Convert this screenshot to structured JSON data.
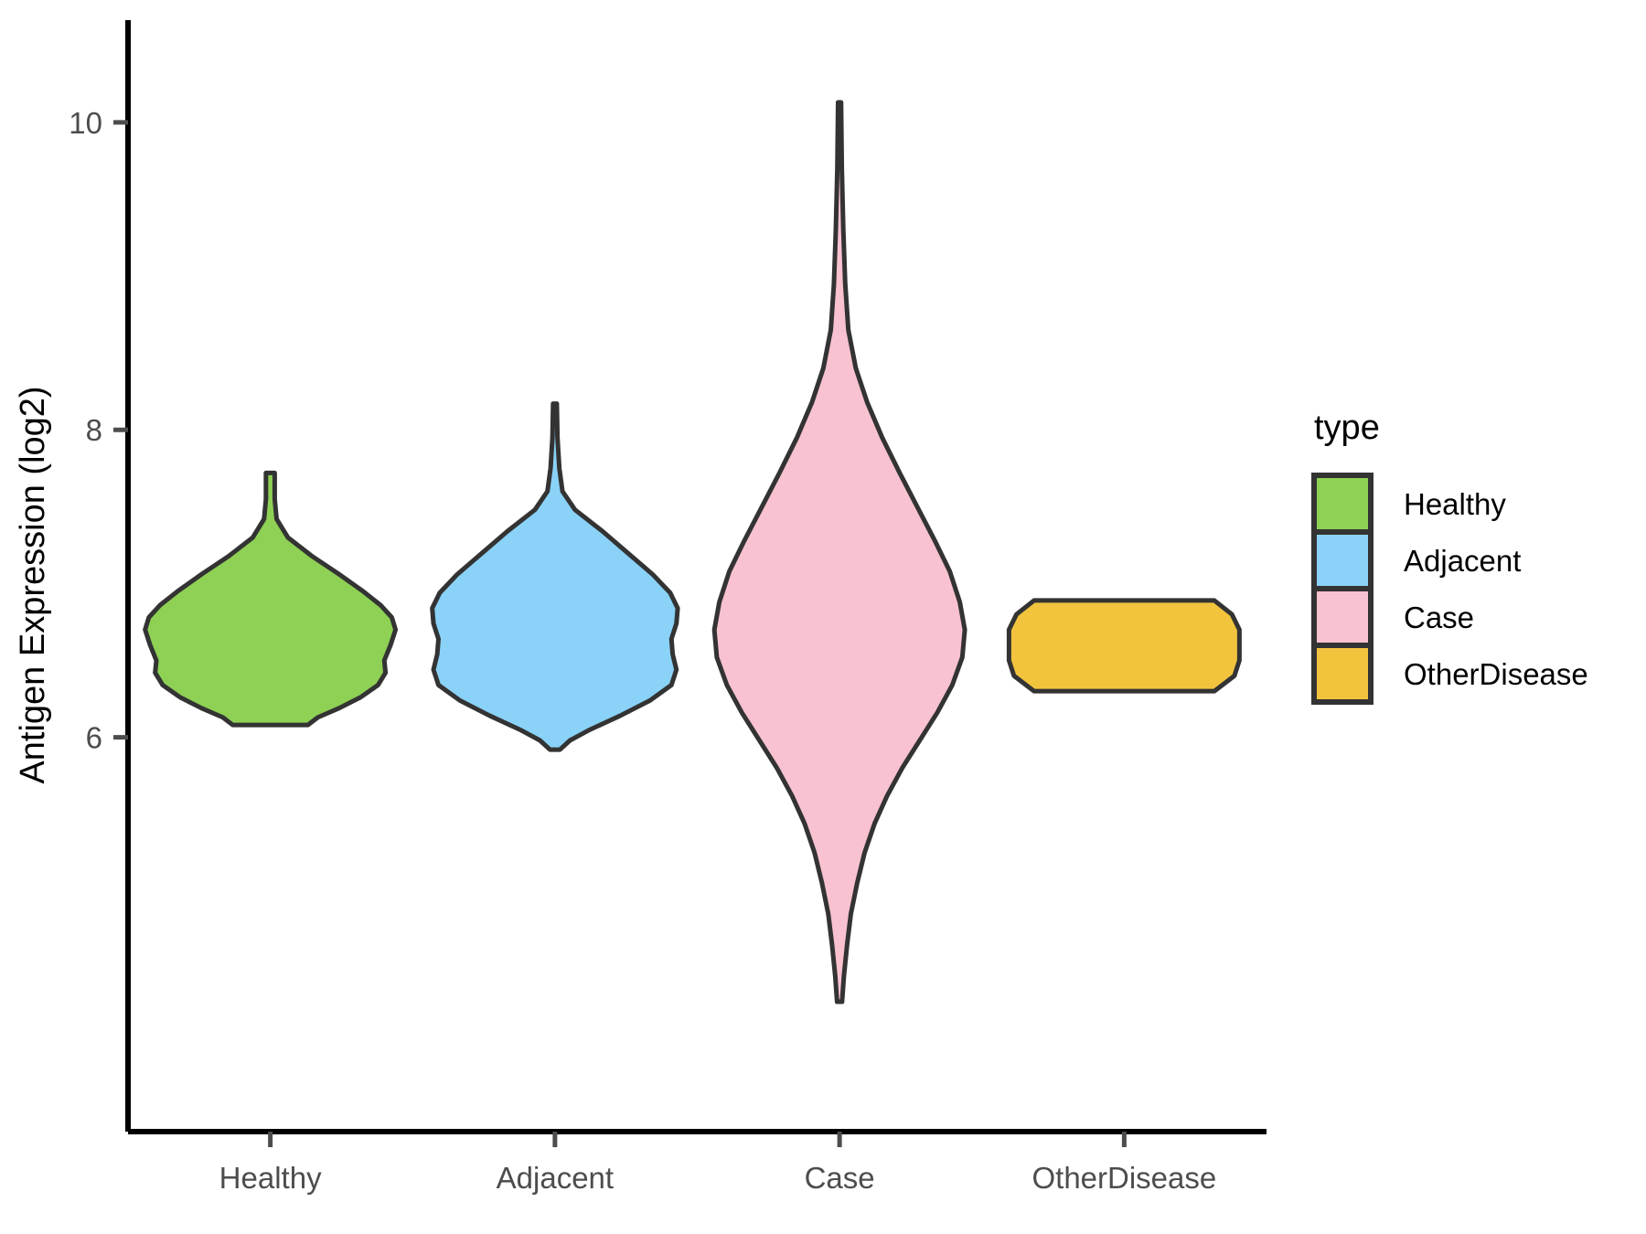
{
  "chart_data": {
    "type": "violin",
    "title": "",
    "xlabel": "",
    "ylabel": "Antigen Expression (log2)",
    "categories": [
      "Healthy",
      "Adjacent",
      "Case",
      "OtherDisease"
    ],
    "ylim": [
      4.0,
      10.35
    ],
    "yticks": [
      6,
      8,
      10
    ],
    "ytick_labels": [
      "6",
      "8",
      "10"
    ],
    "grid": false,
    "legend": {
      "title": "type",
      "position": "right",
      "entries": [
        {
          "label": "Healthy",
          "color": "#8ED155"
        },
        {
          "label": "Adjacent",
          "color": "#8AD2F7"
        },
        {
          "label": "Case",
          "color": "#F8C2D0"
        },
        {
          "label": "OtherDisease",
          "color": "#F2C43E"
        }
      ]
    },
    "series": [
      {
        "name": "Healthy",
        "color": "#8ED155",
        "min": 6.08,
        "max": 7.72,
        "median": 6.78,
        "q1": 6.55,
        "q3": 6.97,
        "density_profile": [
          {
            "y": 7.72,
            "w": 0.035
          },
          {
            "y": 7.55,
            "w": 0.035
          },
          {
            "y": 7.42,
            "w": 0.05
          },
          {
            "y": 7.3,
            "w": 0.14
          },
          {
            "y": 7.18,
            "w": 0.33
          },
          {
            "y": 7.06,
            "w": 0.55
          },
          {
            "y": 6.95,
            "w": 0.74
          },
          {
            "y": 6.86,
            "w": 0.88
          },
          {
            "y": 6.78,
            "w": 0.97
          },
          {
            "y": 6.7,
            "w": 1.0
          },
          {
            "y": 6.6,
            "w": 0.96
          },
          {
            "y": 6.5,
            "w": 0.91
          },
          {
            "y": 6.42,
            "w": 0.92
          },
          {
            "y": 6.34,
            "w": 0.86
          },
          {
            "y": 6.26,
            "w": 0.72
          },
          {
            "y": 6.19,
            "w": 0.55
          },
          {
            "y": 6.13,
            "w": 0.38
          },
          {
            "y": 6.08,
            "w": 0.3
          }
        ]
      },
      {
        "name": "Adjacent",
        "color": "#8AD2F7",
        "min": 5.92,
        "max": 8.17,
        "median": 6.62,
        "q1": 6.42,
        "q3": 6.88,
        "density_profile": [
          {
            "y": 8.17,
            "w": 0.015
          },
          {
            "y": 7.95,
            "w": 0.02
          },
          {
            "y": 7.75,
            "w": 0.035
          },
          {
            "y": 7.6,
            "w": 0.06
          },
          {
            "y": 7.48,
            "w": 0.16
          },
          {
            "y": 7.34,
            "w": 0.38
          },
          {
            "y": 7.2,
            "w": 0.58
          },
          {
            "y": 7.06,
            "w": 0.78
          },
          {
            "y": 6.94,
            "w": 0.92
          },
          {
            "y": 6.84,
            "w": 0.98
          },
          {
            "y": 6.74,
            "w": 0.97
          },
          {
            "y": 6.64,
            "w": 0.93
          },
          {
            "y": 6.54,
            "w": 0.94
          },
          {
            "y": 6.44,
            "w": 0.97
          },
          {
            "y": 6.34,
            "w": 0.93
          },
          {
            "y": 6.24,
            "w": 0.76
          },
          {
            "y": 6.14,
            "w": 0.52
          },
          {
            "y": 6.05,
            "w": 0.28
          },
          {
            "y": 5.98,
            "w": 0.12
          },
          {
            "y": 5.92,
            "w": 0.04
          }
        ]
      },
      {
        "name": "Case",
        "color": "#F8C2D0",
        "min": 4.28,
        "max": 10.13,
        "median": 6.68,
        "q1": 6.05,
        "q3": 7.2,
        "density_profile": [
          {
            "y": 10.13,
            "w": 0.012
          },
          {
            "y": 9.7,
            "w": 0.018
          },
          {
            "y": 9.3,
            "w": 0.03
          },
          {
            "y": 8.95,
            "w": 0.045
          },
          {
            "y": 8.65,
            "w": 0.07
          },
          {
            "y": 8.4,
            "w": 0.13
          },
          {
            "y": 8.18,
            "w": 0.22
          },
          {
            "y": 7.95,
            "w": 0.34
          },
          {
            "y": 7.72,
            "w": 0.48
          },
          {
            "y": 7.5,
            "w": 0.62
          },
          {
            "y": 7.28,
            "w": 0.76
          },
          {
            "y": 7.08,
            "w": 0.88
          },
          {
            "y": 6.88,
            "w": 0.96
          },
          {
            "y": 6.7,
            "w": 1.0
          },
          {
            "y": 6.52,
            "w": 0.98
          },
          {
            "y": 6.34,
            "w": 0.9
          },
          {
            "y": 6.16,
            "w": 0.78
          },
          {
            "y": 5.98,
            "w": 0.64
          },
          {
            "y": 5.8,
            "w": 0.5
          },
          {
            "y": 5.62,
            "w": 0.38
          },
          {
            "y": 5.44,
            "w": 0.28
          },
          {
            "y": 5.25,
            "w": 0.2
          },
          {
            "y": 5.05,
            "w": 0.14
          },
          {
            "y": 4.85,
            "w": 0.09
          },
          {
            "y": 4.65,
            "w": 0.06
          },
          {
            "y": 4.45,
            "w": 0.035
          },
          {
            "y": 4.28,
            "w": 0.02
          }
        ]
      },
      {
        "name": "OtherDisease",
        "color": "#F2C43E",
        "min": 6.3,
        "max": 6.89,
        "median": 6.6,
        "q1": 6.45,
        "q3": 6.75,
        "density_profile": [
          {
            "y": 6.89,
            "w": 0.72
          },
          {
            "y": 6.8,
            "w": 0.86
          },
          {
            "y": 6.7,
            "w": 0.92
          },
          {
            "y": 6.6,
            "w": 0.92
          },
          {
            "y": 6.5,
            "w": 0.92
          },
          {
            "y": 6.4,
            "w": 0.88
          },
          {
            "y": 6.3,
            "w": 0.72
          }
        ]
      }
    ],
    "style": {
      "stroke": "#333333",
      "stroke_width": 5,
      "axis_color": "#000000",
      "tick_text_color": "#4d4d4d",
      "background": "#ffffff"
    }
  }
}
